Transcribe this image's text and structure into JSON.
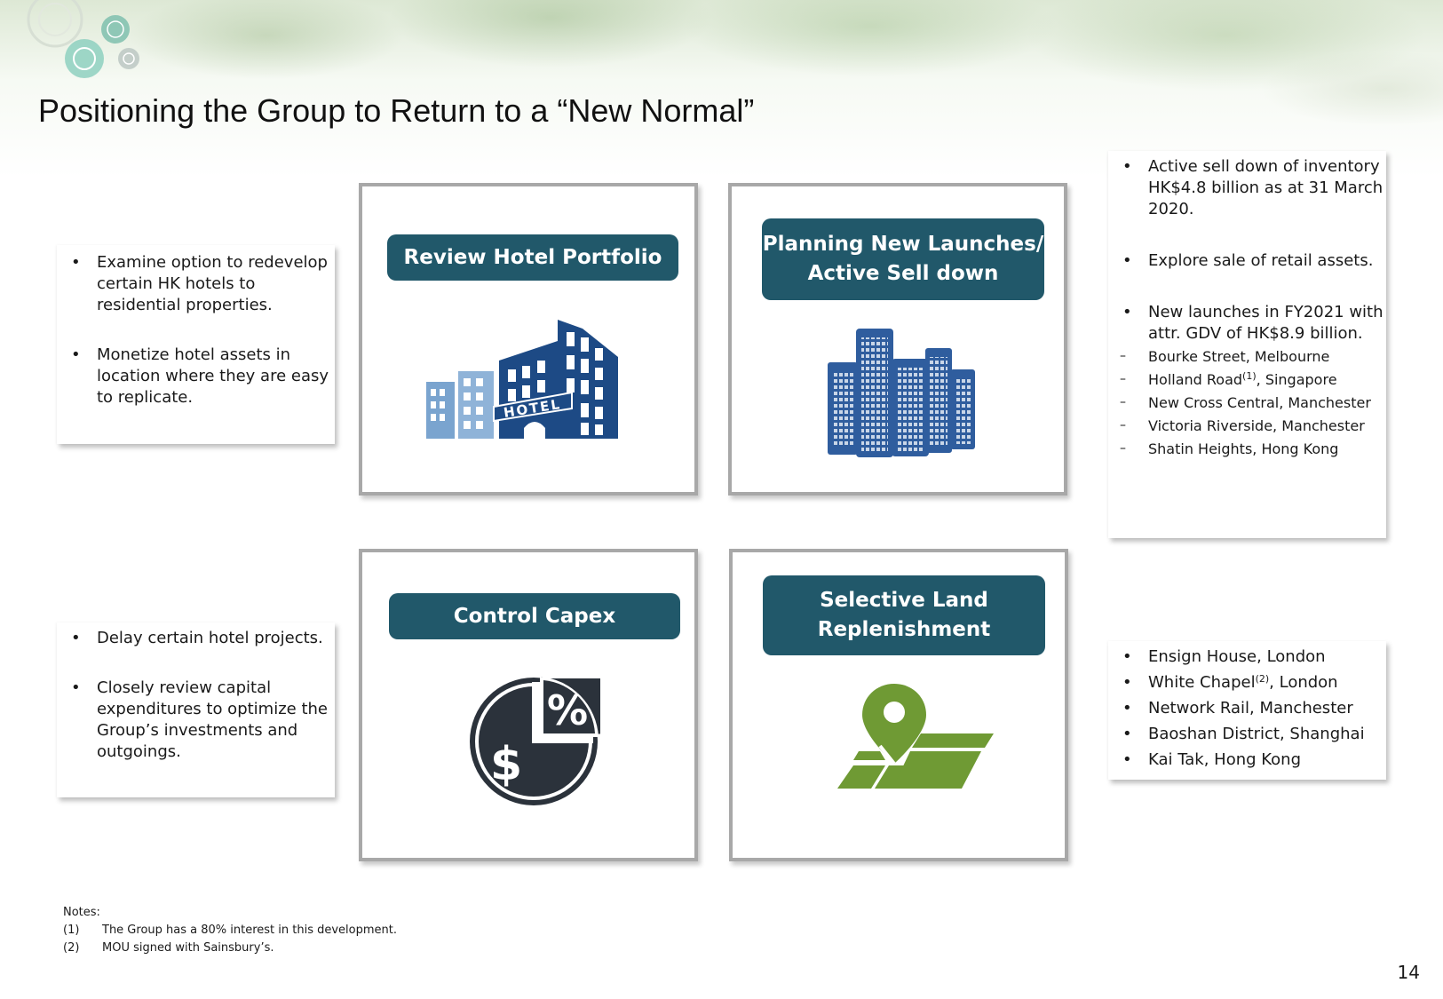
{
  "page": {
    "title": "Positioning the Group to Return to a “New Normal”",
    "page_number": "14"
  },
  "left_notes": {
    "top": [
      "Examine option to redevelop certain HK hotels to residential properties.",
      "Monetize hotel assets in location where they are easy to replicate."
    ],
    "bottom": [
      "Delay certain hotel projects.",
      "Closely review capital expenditures to optimize the Group’s investments and outgoings."
    ]
  },
  "panels": {
    "hotel": {
      "title": "Review Hotel Portfolio",
      "icon": "hotel-building-icon",
      "icon_text": "HOTEL"
    },
    "launches": {
      "title": "Planning New Launches/\nActive Sell down",
      "icon": "city-skyscrapers-icon"
    },
    "capex": {
      "title": "Control Capex",
      "icon": "dollar-percent-pie-icon"
    },
    "land": {
      "title": "Selective Land\nReplenishment",
      "icon": "map-pin-land-icon"
    }
  },
  "right_notes": {
    "top": {
      "bullets": [
        "Active sell down of inventory HK$4.8 billion as at 31 March 2020.",
        "Explore sale of retail assets.",
        "New launches in FY2021 with attr. GDV of HK$8.9 billion."
      ],
      "sub_items": [
        {
          "text": "Bourke Street, Melbourne"
        },
        {
          "text": "Holland Road",
          "sup": "(1)",
          "suffix": ", Singapore"
        },
        {
          "text": "New Cross Central, Manchester"
        },
        {
          "text": "Victoria Riverside, Manchester"
        },
        {
          "text": "Shatin Heights, Hong Kong"
        }
      ]
    },
    "bottom": [
      {
        "text": "Ensign House, London"
      },
      {
        "text": "White Chapel",
        "sup": "(2)",
        "suffix": ", London"
      },
      {
        "text": "Network Rail, Manchester"
      },
      {
        "text": "Baoshan District, Shanghai"
      },
      {
        "text": "Kai Tak, Hong Kong"
      }
    ]
  },
  "footnotes": {
    "heading": "Notes:",
    "items": [
      {
        "num": "(1)",
        "text": "The Group has a 80% interest in this development."
      },
      {
        "num": "(2)",
        "text": "MOU signed with Sainsbury’s."
      }
    ]
  },
  "colors": {
    "header_bg": "#21586a",
    "hotel_dark": "#1d4a85",
    "hotel_light": "#7aa4cf",
    "city_blue": "#2f5d9e",
    "capex_dark": "#2b323b",
    "land_green": "#6f9a34"
  }
}
